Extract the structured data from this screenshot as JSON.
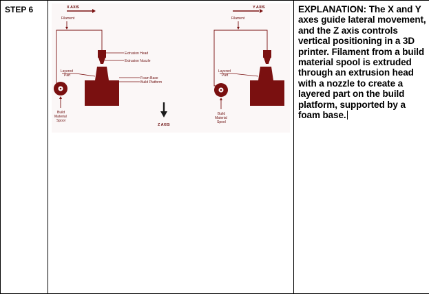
{
  "step": {
    "label": "STEP 6"
  },
  "diagram": {
    "left": {
      "axis_label": "X AXIS",
      "filament": "Filament",
      "extrusion_head": "Extrusion Head",
      "extrusion_nozzle": "Extrusion Nozzle",
      "layered_part": "Layered\nPart",
      "foam_base": "Foam Base",
      "build_platform": "Build Platform",
      "spool": "Build\nMaterial\nSpool"
    },
    "center": {
      "z_axis": "Z AXIS"
    },
    "right": {
      "axis_label": "Y AXIS",
      "filament": "Filament",
      "layered_part": "Layered\nPart",
      "spool": "Build\nMaterial\nSpool"
    },
    "colors": {
      "machine": "#7a1010",
      "label": "#6b0d0d",
      "background": "#fbf7f7"
    }
  },
  "explanation": {
    "text": "EXPLANATION: The X and Y axes guide lateral movement, and the Z axis controls vertical positioning in a 3D printer. Filament from a build material spool is extruded through an extrusion head with a nozzle to create a layered part on the build platform, supported by a foam base."
  }
}
